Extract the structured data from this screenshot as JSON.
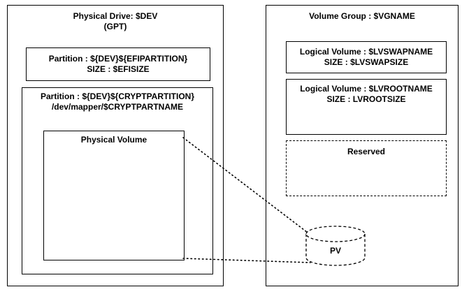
{
  "physical_drive": {
    "title": "Physical Drive: $DEV",
    "subtitle": "(GPT)",
    "efi_partition": {
      "line1": "Partition : ${DEV}${EFIPARTITION}",
      "line2": "SIZE : $EFISIZE"
    },
    "crypt_partition": {
      "line1": "Partition : ${DEV}${CRYPTPARTITION}",
      "line2": "/dev/mapper/$CRYPTPARTNAME",
      "physical_volume_label": "Physical Volume"
    }
  },
  "volume_group": {
    "title": "Volume Group : $VGNAME",
    "swap_lv": {
      "line1": "Logical Volume : $LVSWAPNAME",
      "line2": "SIZE : $LVSWAPSIZE"
    },
    "root_lv": {
      "line1": "Logical Volume : $LVROOTNAME",
      "line2": "SIZE : LVROOTSIZE"
    },
    "reserved_label": "Reserved"
  },
  "pv_cylinder": {
    "label": "PV"
  }
}
